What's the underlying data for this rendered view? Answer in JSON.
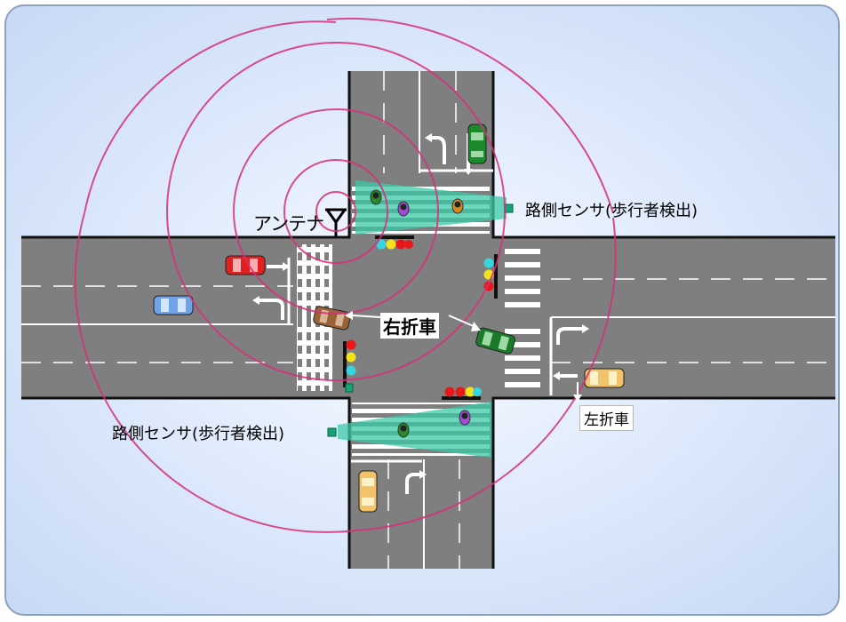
{
  "labels": {
    "antenna": "アンテナ",
    "sensor_northeast": "路側センサ(歩行者検出)",
    "sensor_southwest": "路側センサ(歩行者検出)",
    "right_turn": "右折車",
    "left_turn": "左折車"
  },
  "colors": {
    "road": "#7f7f7f",
    "wave_rings": "#d6307a",
    "sensor_beam": "#3cc9a8",
    "background": "#dce8fb"
  },
  "icons": [
    "antenna-icon",
    "traffic-signal-icon",
    "sensor-icon",
    "car-icon",
    "pedestrian-icon",
    "turn-arrow-icon"
  ]
}
